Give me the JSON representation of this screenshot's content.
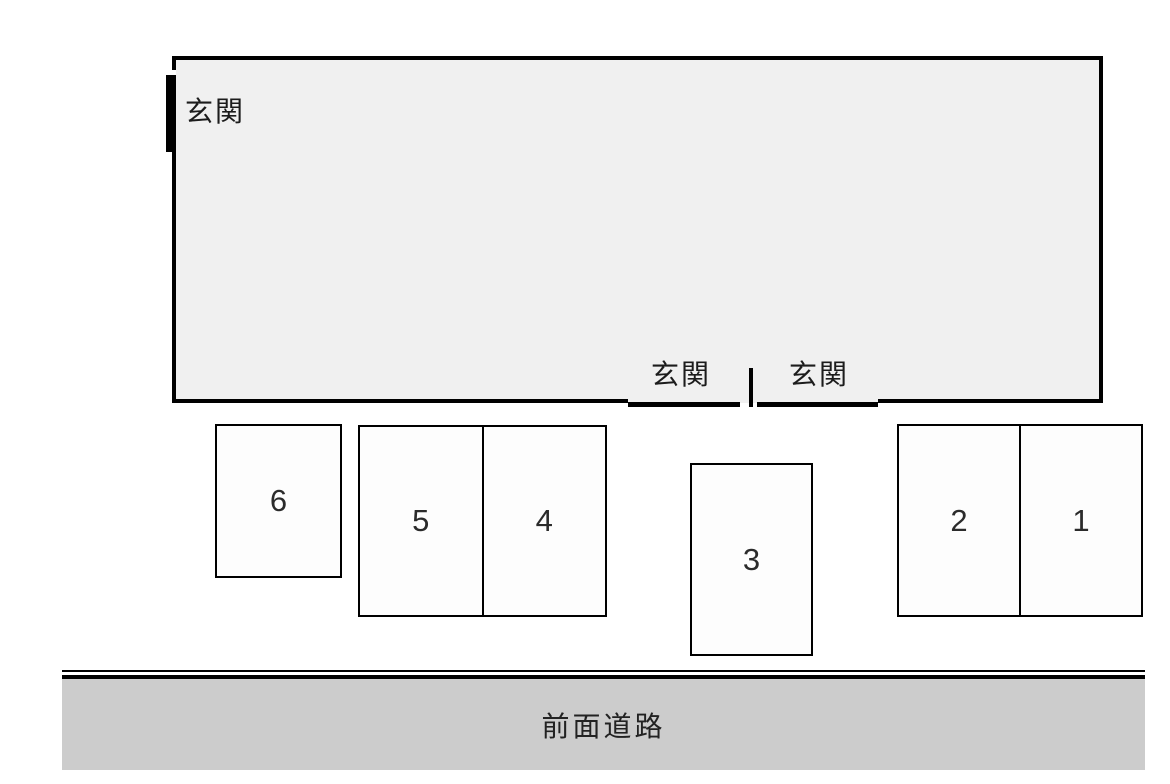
{
  "building": {
    "fill_color": "#f0f0f0",
    "border_color": "#000000",
    "main_entrance_label": "玄関",
    "bottom_entrance_left_label": "玄関",
    "bottom_entrance_right_label": "玄関"
  },
  "parking": {
    "fill_color": "#fdfdfd",
    "spaces": [
      {
        "number": "6"
      },
      {
        "number": "5"
      },
      {
        "number": "4"
      },
      {
        "number": "3"
      },
      {
        "number": "2"
      },
      {
        "number": "1"
      }
    ]
  },
  "road": {
    "label": "前面道路",
    "fill_color": "#cccccc",
    "line_color": "#000000"
  }
}
